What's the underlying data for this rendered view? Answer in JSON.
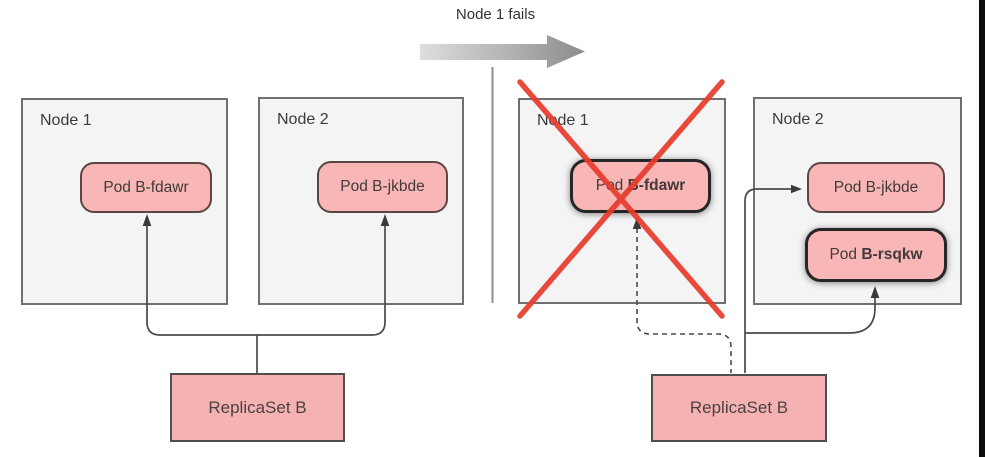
{
  "diagram": {
    "transition_label": "Node 1 fails"
  },
  "colors": {
    "pod_fill": "#f8b6b6",
    "pod_border": "#5c4545",
    "emphasized_pod_border": "#262626",
    "node_fill": "#f4f4f4",
    "node_border": "#707070",
    "replicaset_fill": "#f6b2b2",
    "replicaset_border": "#4f4f4f",
    "failure_cross": "#e73b2c",
    "connector": "#4a4a4a",
    "text": "#3b3b3b"
  },
  "before": {
    "nodes": [
      {
        "label": "Node 1"
      },
      {
        "label": "Node 2"
      }
    ],
    "pods": [
      {
        "prefix": "Pod ",
        "name": "B-fdawr"
      },
      {
        "prefix": "Pod ",
        "name": "B-jkbde"
      }
    ],
    "replicaset_label": "ReplicaSet B"
  },
  "after": {
    "nodes": [
      {
        "label": "Node 1",
        "crossed_out": true
      },
      {
        "label": "Node 2"
      }
    ],
    "pods": [
      {
        "prefix": "Pod ",
        "name": "B-fdawr",
        "emphasized": true,
        "crossed_out": true
      },
      {
        "prefix": "Pod ",
        "name": "B-jkbde"
      },
      {
        "prefix": "Pod ",
        "name": "B-rsqkw",
        "emphasized": true
      }
    ],
    "replicaset_label": "ReplicaSet B"
  }
}
